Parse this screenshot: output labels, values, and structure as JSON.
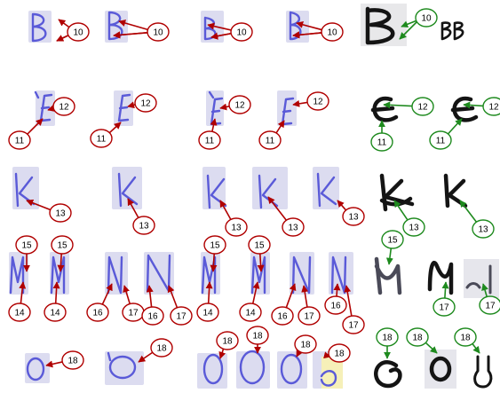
{
  "figure": {
    "panels": [
      {
        "name": "left-panel",
        "style": "blue-handwriting",
        "marker_color": "#b00000",
        "patch_color": "#dcdcf0",
        "rows": [
          {
            "letter": "B",
            "markers": [
              "10",
              "10",
              "10",
              "10"
            ]
          },
          {
            "letter": "E",
            "markers": [
              "12",
              "11",
              "12",
              "11",
              "12",
              "11",
              "12",
              "11"
            ]
          },
          {
            "letter": "K",
            "markers": [
              "13",
              "13",
              "13",
              "13",
              "13"
            ]
          },
          {
            "letter": "M N",
            "markers": [
              "15",
              "14",
              "15",
              "14",
              "16",
              "17",
              "16",
              "17",
              "15",
              "14",
              "15",
              "14",
              "16",
              "17",
              "16",
              "17"
            ]
          },
          {
            "letter": "O",
            "markers": [
              "18",
              "18",
              "18",
              "18",
              "18",
              "18"
            ]
          }
        ]
      },
      {
        "name": "right-panel",
        "style": "black-handwriting",
        "marker_color": "#1e8a1e",
        "rows": [
          {
            "letter": "B",
            "markers": [
              "10"
            ]
          },
          {
            "letter": "E",
            "markers": [
              "12",
              "11",
              "12",
              "11"
            ]
          },
          {
            "letter": "K",
            "markers": [
              "13",
              "13"
            ]
          },
          {
            "letter": "M",
            "markers": [
              "15",
              "17",
              "17"
            ]
          },
          {
            "letter": "O",
            "markers": [
              "18",
              "18",
              "18"
            ]
          }
        ]
      }
    ]
  }
}
